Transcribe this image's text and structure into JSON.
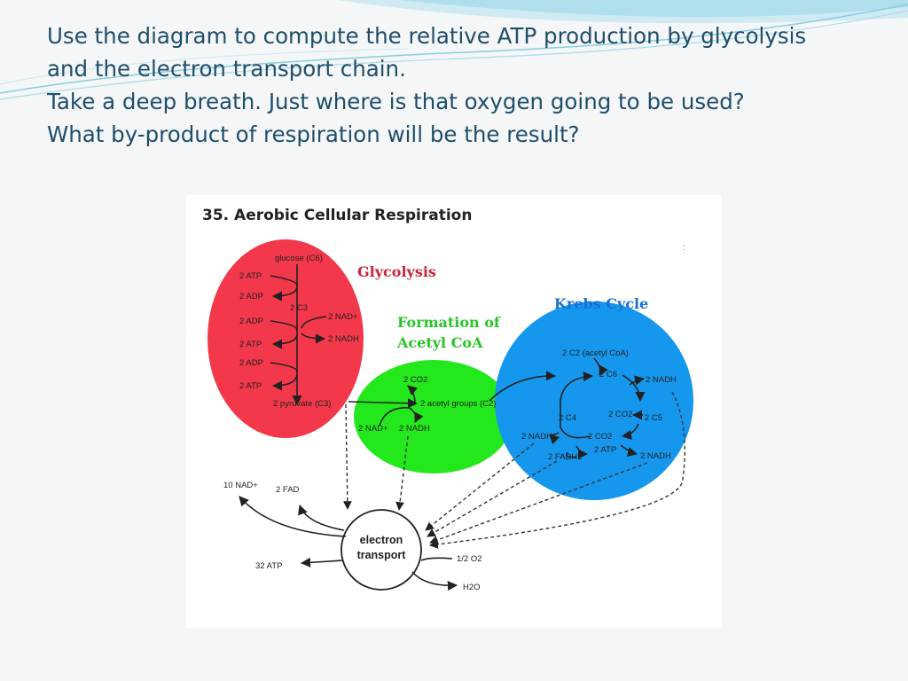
{
  "prompt": {
    "line1": "Use the diagram to compute the relative ATP production by glycolysis",
    "line2": "and the electron transport chain.",
    "line3": "Take a deep breath.  Just where is that oxygen going to be used?",
    "line4": "What by-product of respiration will be the result?"
  },
  "diagram": {
    "title": "35.  Aerobic Cellular Respiration",
    "glycolysis": {
      "heading": "Glycolysis",
      "color": "#f2384a",
      "glucose": "glucose (C6)",
      "atp1": "2 ATP",
      "adp1": "2 ADP",
      "c3": "2 C3",
      "nad": "2 NAD+",
      "adp2": "2 ADP",
      "nadh": "2 NADH",
      "atp2": "2 ATP",
      "adp3": "2 ADP",
      "atp3": "2 ATP",
      "pyruvate": "2 pyruvate (C3)"
    },
    "acetyl": {
      "heading_line1": "Formation of",
      "heading_line2": "Acetyl CoA",
      "color": "#22e81c",
      "co2": "2 CO2",
      "acetyl_groups": "2 acetyl groups (C2)",
      "nad": "2 NAD+",
      "nadh": "2 NADH"
    },
    "krebs": {
      "heading": "Krebs Cycle",
      "color": "#1597ee",
      "acetyl_coa": "2 C2 (acetyl CoA)",
      "c6": "2 C6",
      "nadh_top": "2 NADH",
      "c4": "2 C4",
      "co2_a": "2 CO2",
      "c5": "2 C5",
      "nadh_left": "2 NADH",
      "co2_b": "2 CO2",
      "atp": "2 ATP",
      "fadh2": "2 FADH2",
      "nadh_right": "2 NADH"
    },
    "etc": {
      "label_line1": "electron",
      "label_line2": "transport",
      "nad": "10 NAD+",
      "fad": "2 FAD",
      "atp": "32 ATP",
      "o2": "1/2 O2",
      "h2o": "H2O"
    }
  }
}
